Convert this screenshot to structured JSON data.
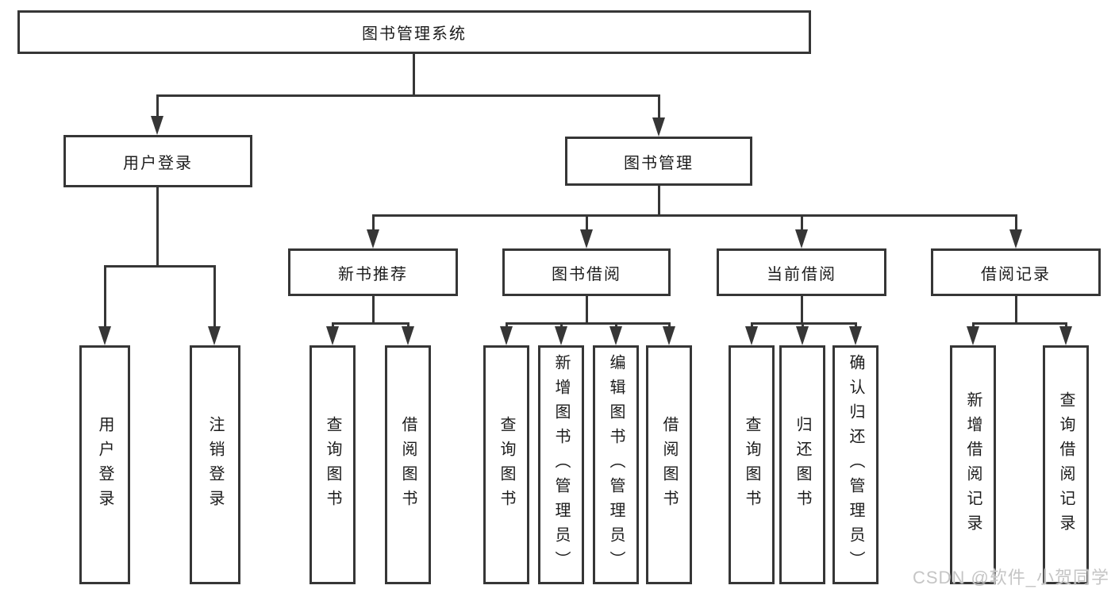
{
  "page": {
    "background": "#ffffff"
  },
  "watermark": {
    "text": "CSDN @软件_小贺同学",
    "color": "#c5c5c5"
  },
  "diagram": {
    "type": "hierarchy",
    "line_color": "#363636",
    "text_color": "#1c1c1c",
    "root": {
      "label": "图书管理系统"
    },
    "level1": {
      "user_login": {
        "label": "用户登录"
      },
      "book_management": {
        "label": "图书管理"
      }
    },
    "level2": {
      "new_book_recommend": {
        "label": "新书推荐"
      },
      "book_borrowing": {
        "label": "图书借阅"
      },
      "current_borrowing": {
        "label": "当前借阅"
      },
      "borrowing_records": {
        "label": "借阅记录"
      }
    },
    "leaves": {
      "user_login": {
        "label": "用户登录"
      },
      "logout": {
        "label": "注销登录"
      },
      "nb_query_books": {
        "label": "查询图书"
      },
      "nb_borrow_books": {
        "label": "借阅图书"
      },
      "bb_query_books": {
        "label": "查询图书"
      },
      "bb_add_books": {
        "label": "新增图书（管理员）"
      },
      "bb_edit_books": {
        "label": "编辑图书（管理员）"
      },
      "bb_borrow_books": {
        "label": "借阅图书"
      },
      "cb_query_books": {
        "label": "查询图书"
      },
      "cb_return_books": {
        "label": "归还图书"
      },
      "cb_confirm_return": {
        "label": "确认归还（管理员）"
      },
      "br_add_record": {
        "label": "新增借阅记录"
      },
      "br_query_record": {
        "label": "查询借阅记录"
      }
    }
  }
}
